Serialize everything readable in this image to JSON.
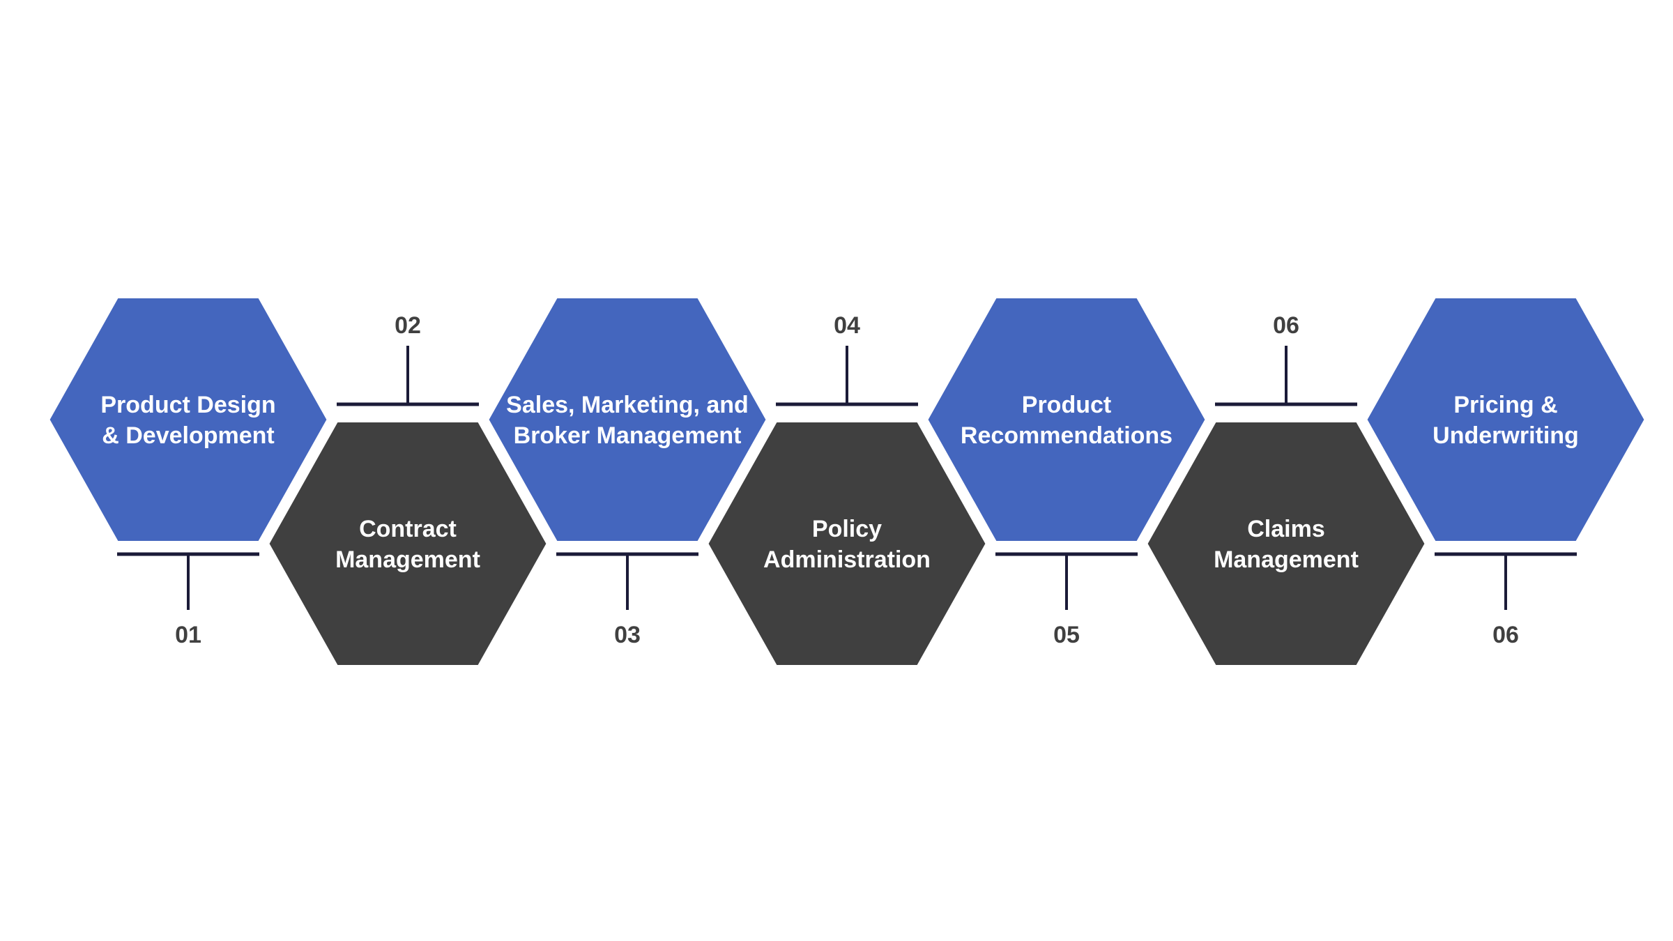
{
  "colors": {
    "background": "#ffffff",
    "top_hexagon": "#4466BE",
    "bottom_hexagon": "#404040",
    "connector": "#1B1B38",
    "number_text": "#404040",
    "label_text": "#ffffff"
  },
  "steps": [
    {
      "number": "01",
      "label_lines": [
        "Product Design",
        "& Development"
      ],
      "row": "top"
    },
    {
      "number": "02",
      "label_lines": [
        "Contract",
        "Management"
      ],
      "row": "bottom"
    },
    {
      "number": "03",
      "label_lines": [
        "Sales, Marketing, and",
        "Broker Management"
      ],
      "row": "top"
    },
    {
      "number": "04",
      "label_lines": [
        "Policy",
        "Administration"
      ],
      "row": "bottom"
    },
    {
      "number": "05",
      "label_lines": [
        "Product",
        "Recommendations"
      ],
      "row": "top"
    },
    {
      "number": "06",
      "label_lines": [
        "Claims",
        "Management"
      ],
      "row": "bottom"
    },
    {
      "number": "06",
      "label_lines": [
        "Pricing &",
        "Underwriting"
      ],
      "row": "top"
    }
  ]
}
